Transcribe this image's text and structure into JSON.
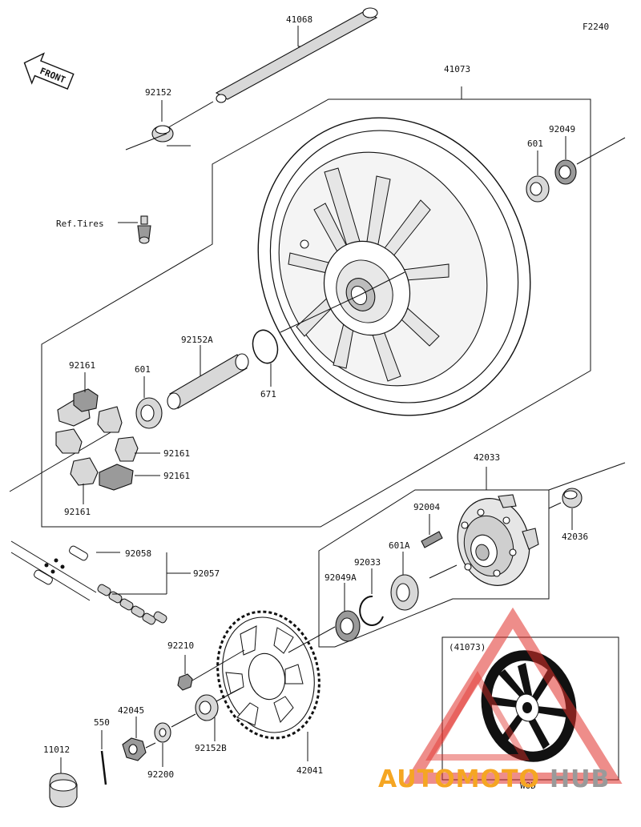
{
  "figure_code": "F2240",
  "front_label": "FRONT",
  "ref_tires_label": "Ref.Tires",
  "inset": {
    "title": "(41073)",
    "caption": "WOD"
  },
  "watermark": {
    "part1": "AUTOMOTO",
    "part2": "HUB"
  },
  "parts": {
    "axle": "41068",
    "wheel": "41073",
    "collar_top": "92152",
    "bearing_right": "601",
    "seal_right": "92049",
    "damper_a": "92161",
    "damper_b": "92161",
    "damper_c": "92161",
    "damper_d": "92161",
    "bearing_left": "601",
    "collar_long": "92152A",
    "o_ring": "671",
    "coupling": "42033",
    "collar_coupling": "42036",
    "stud": "92004",
    "bearing_coupling": "601A",
    "circlip": "92033",
    "seal_coupling": "92049A",
    "master_link": "92058",
    "chain": "92057",
    "sprocket_nut": "92210",
    "sprocket": "42041",
    "collar_b": "92152B",
    "axle_nut": "42045",
    "cotter_pin": "550",
    "washer": "92200",
    "cap": "11012"
  },
  "colors": {
    "watermark_orange": "#f5a623",
    "watermark_gray": "#9a9a9a",
    "watermark_red": "#e0302a",
    "line": "#111111"
  }
}
